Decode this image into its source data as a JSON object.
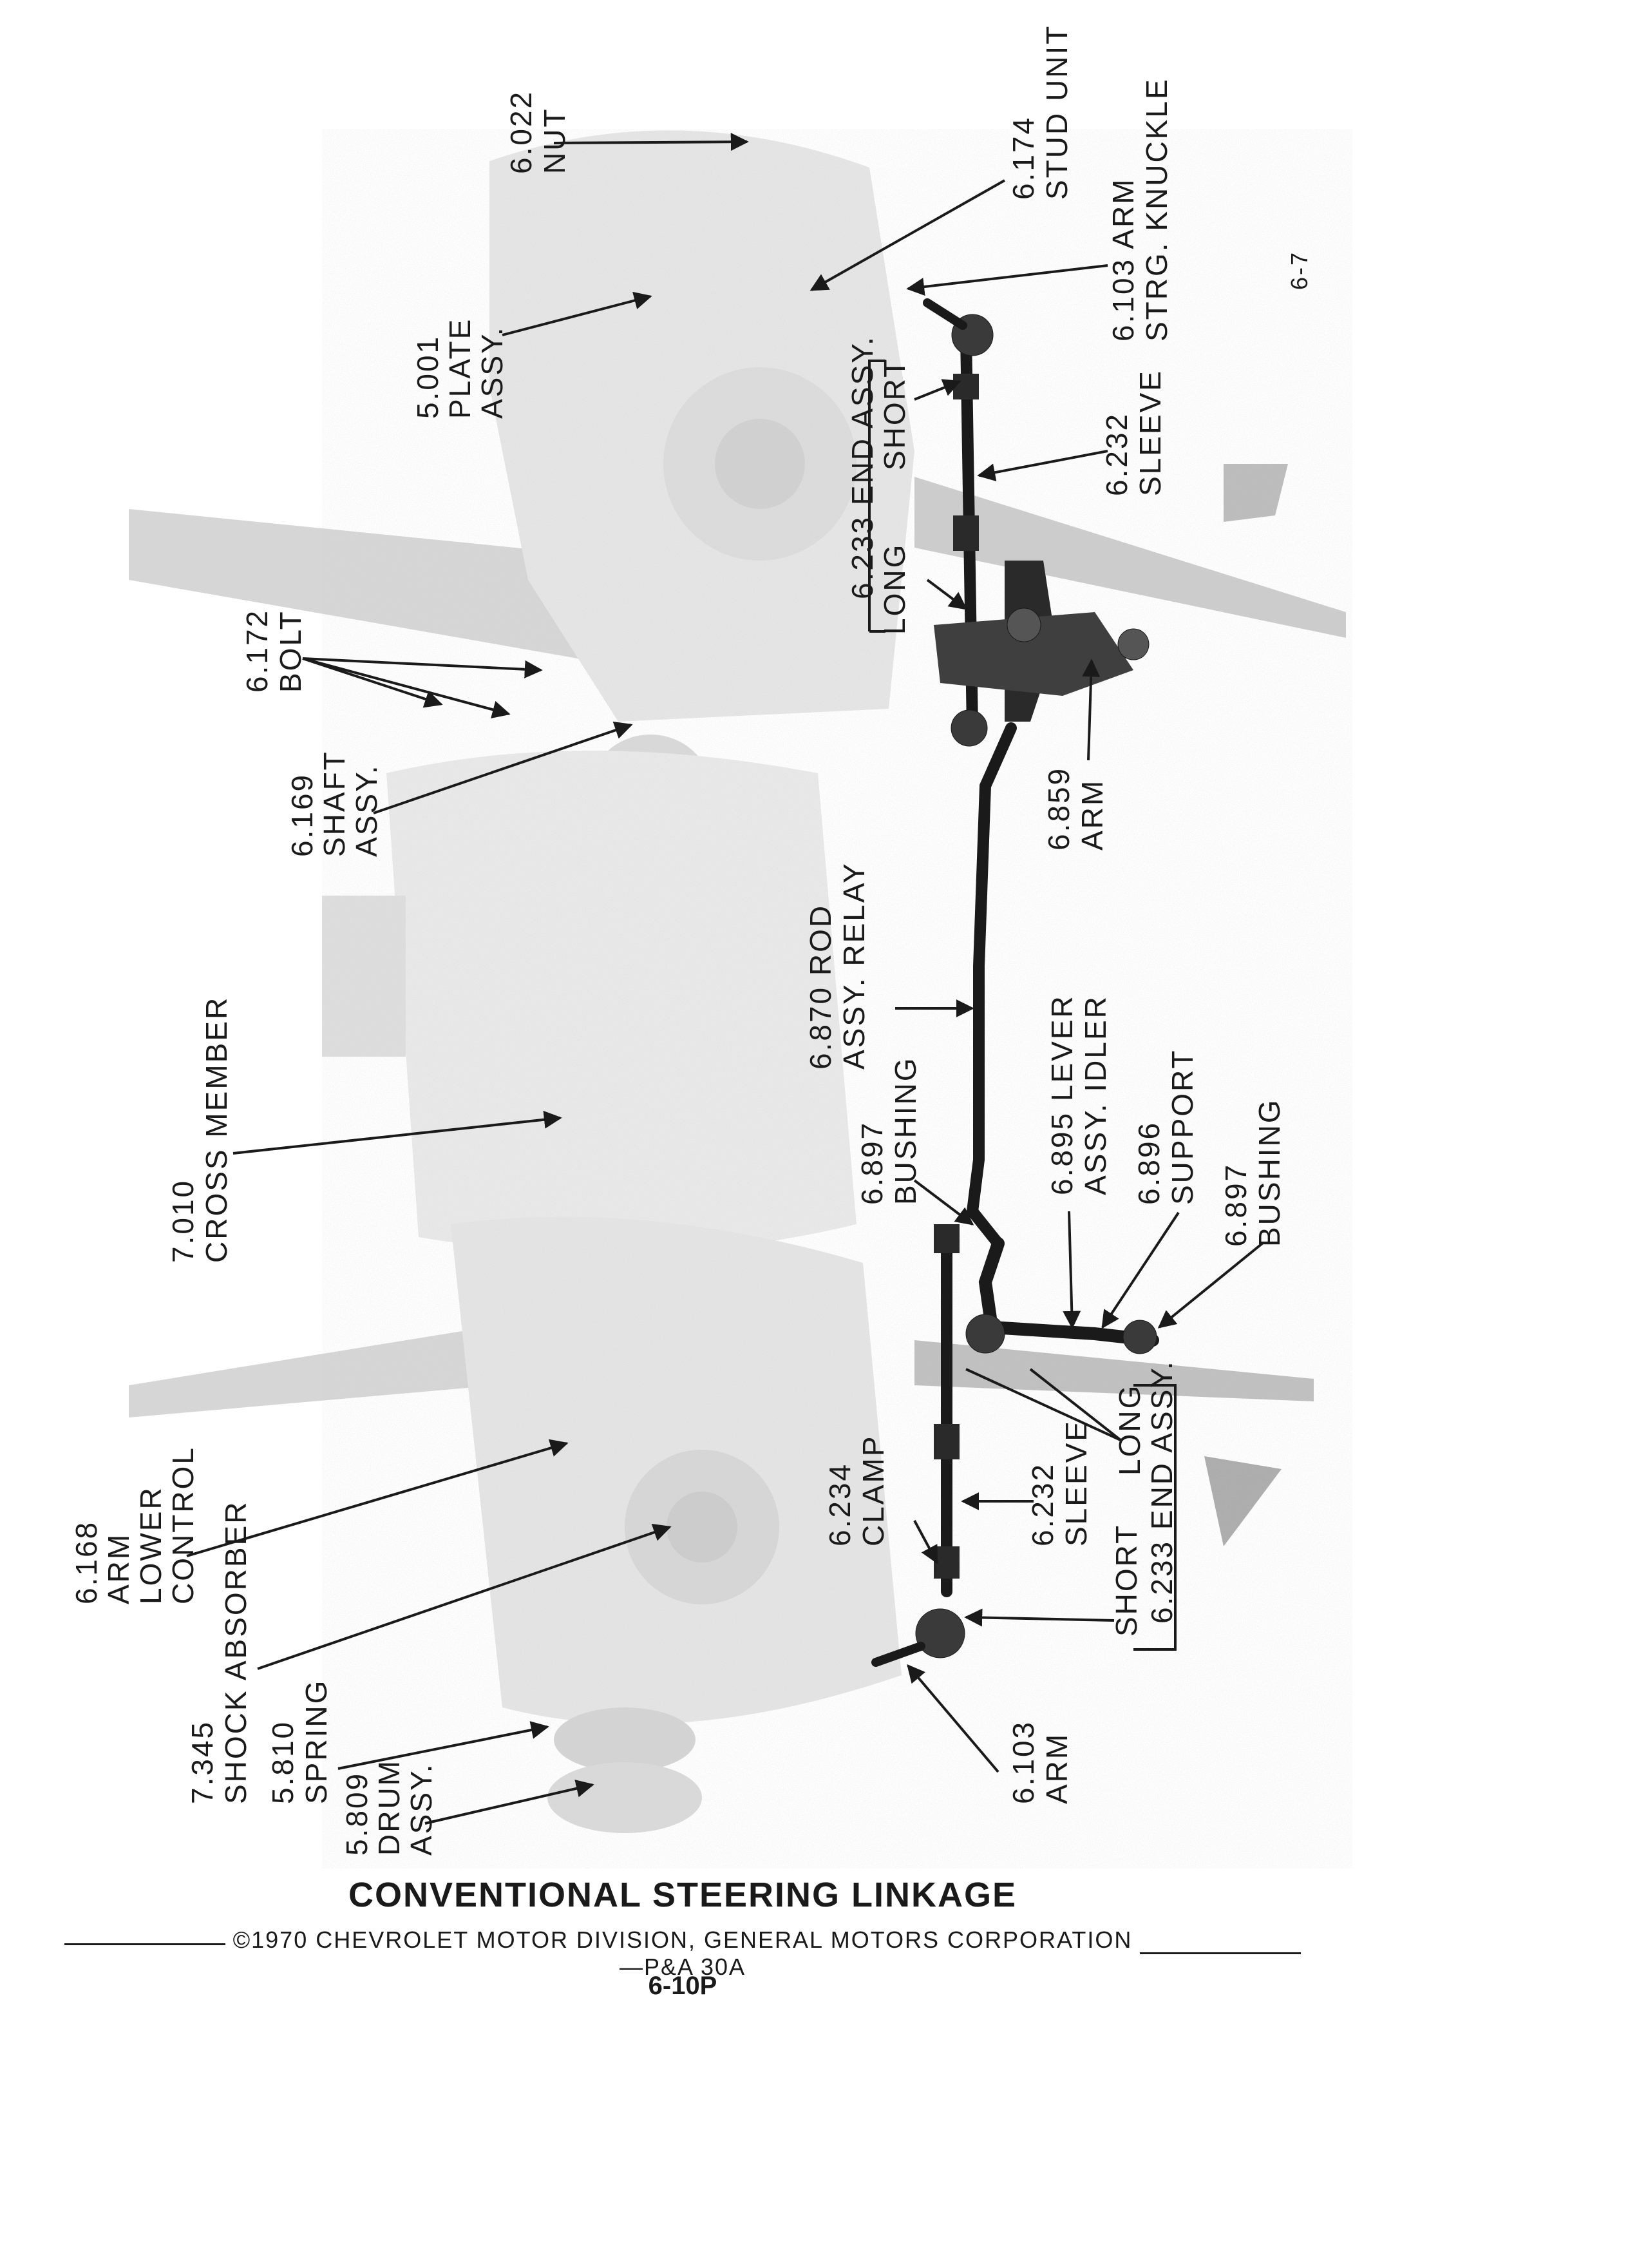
{
  "labels": {
    "nut": [
      "6.022",
      "NUT"
    ],
    "stud_unit": [
      "6.174",
      "STUD UNIT"
    ],
    "arm_strg_knuckle": [
      "6.103  ARM",
      "STRG. KNUCKLE"
    ],
    "plate_assy": [
      "5.001",
      "PLATE",
      "ASSY."
    ],
    "end_assy_top": "6.233  END ASSY.",
    "long_top": "LONG",
    "short_top": "SHORT",
    "sleeve_top": [
      "6.232",
      "SLEEVE"
    ],
    "bolt": [
      "6.172",
      "BOLT"
    ],
    "shaft_assy": [
      "6.169",
      "SHAFT",
      "ASSY."
    ],
    "arm_859": [
      "6.859",
      "ARM"
    ],
    "rod_assy_relay": [
      "6.870  ROD",
      "ASSY.  RELAY"
    ],
    "cross_member": [
      "7.010",
      "CROSS MEMBER"
    ],
    "bushing_left": [
      "6.897",
      "BUSHING"
    ],
    "lever_assy_idler": [
      "6.895  LEVER",
      "ASSY.  IDLER"
    ],
    "support": [
      "6.896",
      "SUPPORT"
    ],
    "bushing_right": [
      "6.897",
      "BUSHING"
    ],
    "long_bottom": "LONG",
    "end_assy_bottom": "6.233  END ASSY.",
    "short_bottom": "SHORT",
    "clamp": [
      "6.234",
      "CLAMP"
    ],
    "sleeve_bottom": [
      "6.232",
      "SLEEVE"
    ],
    "arm_lower_control": [
      "6.168",
      "ARM",
      "LOWER",
      "CONTROL"
    ],
    "shock_absorber": [
      "7.345",
      "SHOCK ABSORBER"
    ],
    "spring": [
      "5.810",
      "SPRING"
    ],
    "drum_assy": [
      "5.809",
      "DRUM",
      "ASSY."
    ],
    "arm_bottom": [
      "6.103",
      "ARM"
    ],
    "page_marker": "6-7"
  },
  "caption": {
    "title": "CONVENTIONAL STEERING LINKAGE",
    "copyright": "©1970 CHEVROLET MOTOR DIVISION, GENERAL MOTORS CORPORATION—P&A 30A",
    "page": "6-10P"
  },
  "colors": {
    "ink": "#1a1a1a",
    "photo_shade": "#d8d8d8",
    "photo_dark": "#9a9a9a"
  }
}
